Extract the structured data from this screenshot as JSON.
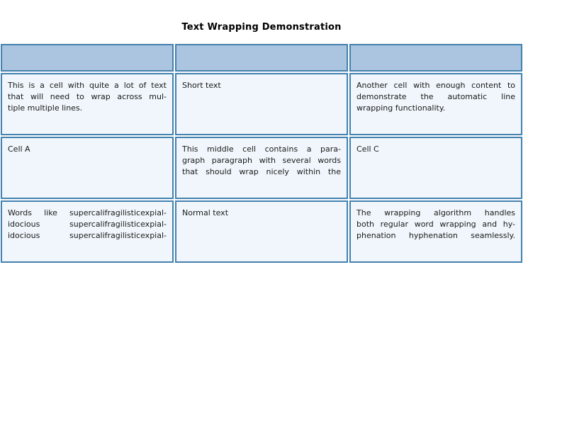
{
  "title": "Text Wrapping Demonstration",
  "colors": {
    "page_bg": "#ffffff",
    "title_color": "#000000",
    "border": "#4381af",
    "header_bg": "#abc4df",
    "cell_bg": "#f0f6fb",
    "text": "#1a1a1a"
  },
  "table": {
    "header": [
      "",
      "",
      ""
    ],
    "rows": [
      [
        [
          {
            "text": "This is a cell with quite a lot of text",
            "justify": true
          },
          {
            "text": "that will need to wrap across mul-",
            "justify": true
          },
          {
            "text": "tiple multiple lines.",
            "justify": false
          }
        ],
        [
          {
            "text": "Short text",
            "justify": false
          }
        ],
        [
          {
            "text": "Another cell with enough content to",
            "justify": true
          },
          {
            "text": "demonstrate the automatic line",
            "justify": true
          },
          {
            "text": "wrapping functionality.",
            "justify": false
          }
        ]
      ],
      [
        [
          {
            "text": "Cell A",
            "justify": false
          }
        ],
        [
          {
            "text": "This middle cell contains a para-",
            "justify": true
          },
          {
            "text": "graph paragraph with several words",
            "justify": true
          },
          {
            "text": "that should wrap nicely within the",
            "justify": true
          }
        ],
        [
          {
            "text": "Cell C",
            "justify": false
          }
        ]
      ],
      [
        [
          {
            "text": "Words like supercalifragilisticexpial-",
            "justify": true
          },
          {
            "text": "idocious supercalifragilisticexpial-",
            "justify": true
          },
          {
            "text": "idocious supercalifragilisticexpial-",
            "justify": true
          }
        ],
        [
          {
            "text": "Normal text",
            "justify": false
          }
        ],
        [
          {
            "text": "The wrapping algorithm handles",
            "justify": true
          },
          {
            "text": "both regular word wrapping and hy-",
            "justify": true
          },
          {
            "text": "phenation hyphenation seamlessly.",
            "justify": true
          }
        ]
      ]
    ]
  }
}
